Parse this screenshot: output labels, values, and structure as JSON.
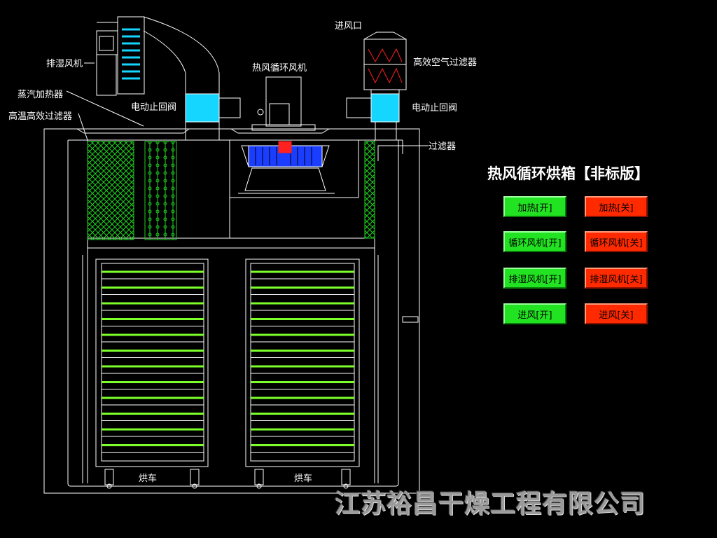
{
  "title": "热风循环烘箱【非标版】",
  "labels": {
    "inlet": "进风口",
    "hepa_filter": "高效空气过滤器",
    "exhaust_fan": "排湿风机",
    "circulation_fan": "热风循环风机",
    "steam_heater": "蒸汽加热器",
    "motor_valve_left": "电动止回阀",
    "motor_valve_right": "电动止回阀",
    "high_temp_filter": "高温高效过滤器",
    "filter": "过滤器",
    "cart_left": "烘车",
    "cart_right": "烘车"
  },
  "controls": {
    "heat_on": "加热[开]",
    "heat_off": "加热[关]",
    "circ_on": "循环风机[开]",
    "circ_off": "循环风机[关]",
    "exhaust_on": "排湿风机[开]",
    "exhaust_off": "排湿风机[关]",
    "inlet_on": "进风[开]",
    "inlet_off": "进风[关]"
  },
  "company": "江苏裕昌干燥工程有限公司",
  "colors": {
    "on_button": "#22e322",
    "off_button": "#ff2a00",
    "tray": "#7cff2a",
    "filter_mesh": "#1fd11f",
    "valve": "#14d6ff",
    "heater_coil": "#ff2020"
  }
}
